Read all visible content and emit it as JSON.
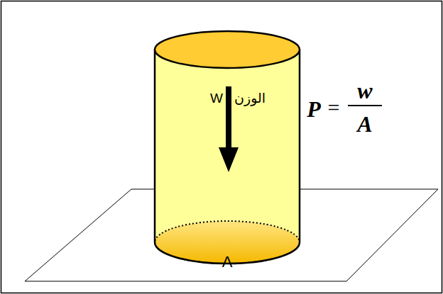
{
  "diagram": {
    "labels": [
      "الوزن",
      "W",
      "P",
      "=",
      "w",
      "A",
      "A"
    ]
  }
}
